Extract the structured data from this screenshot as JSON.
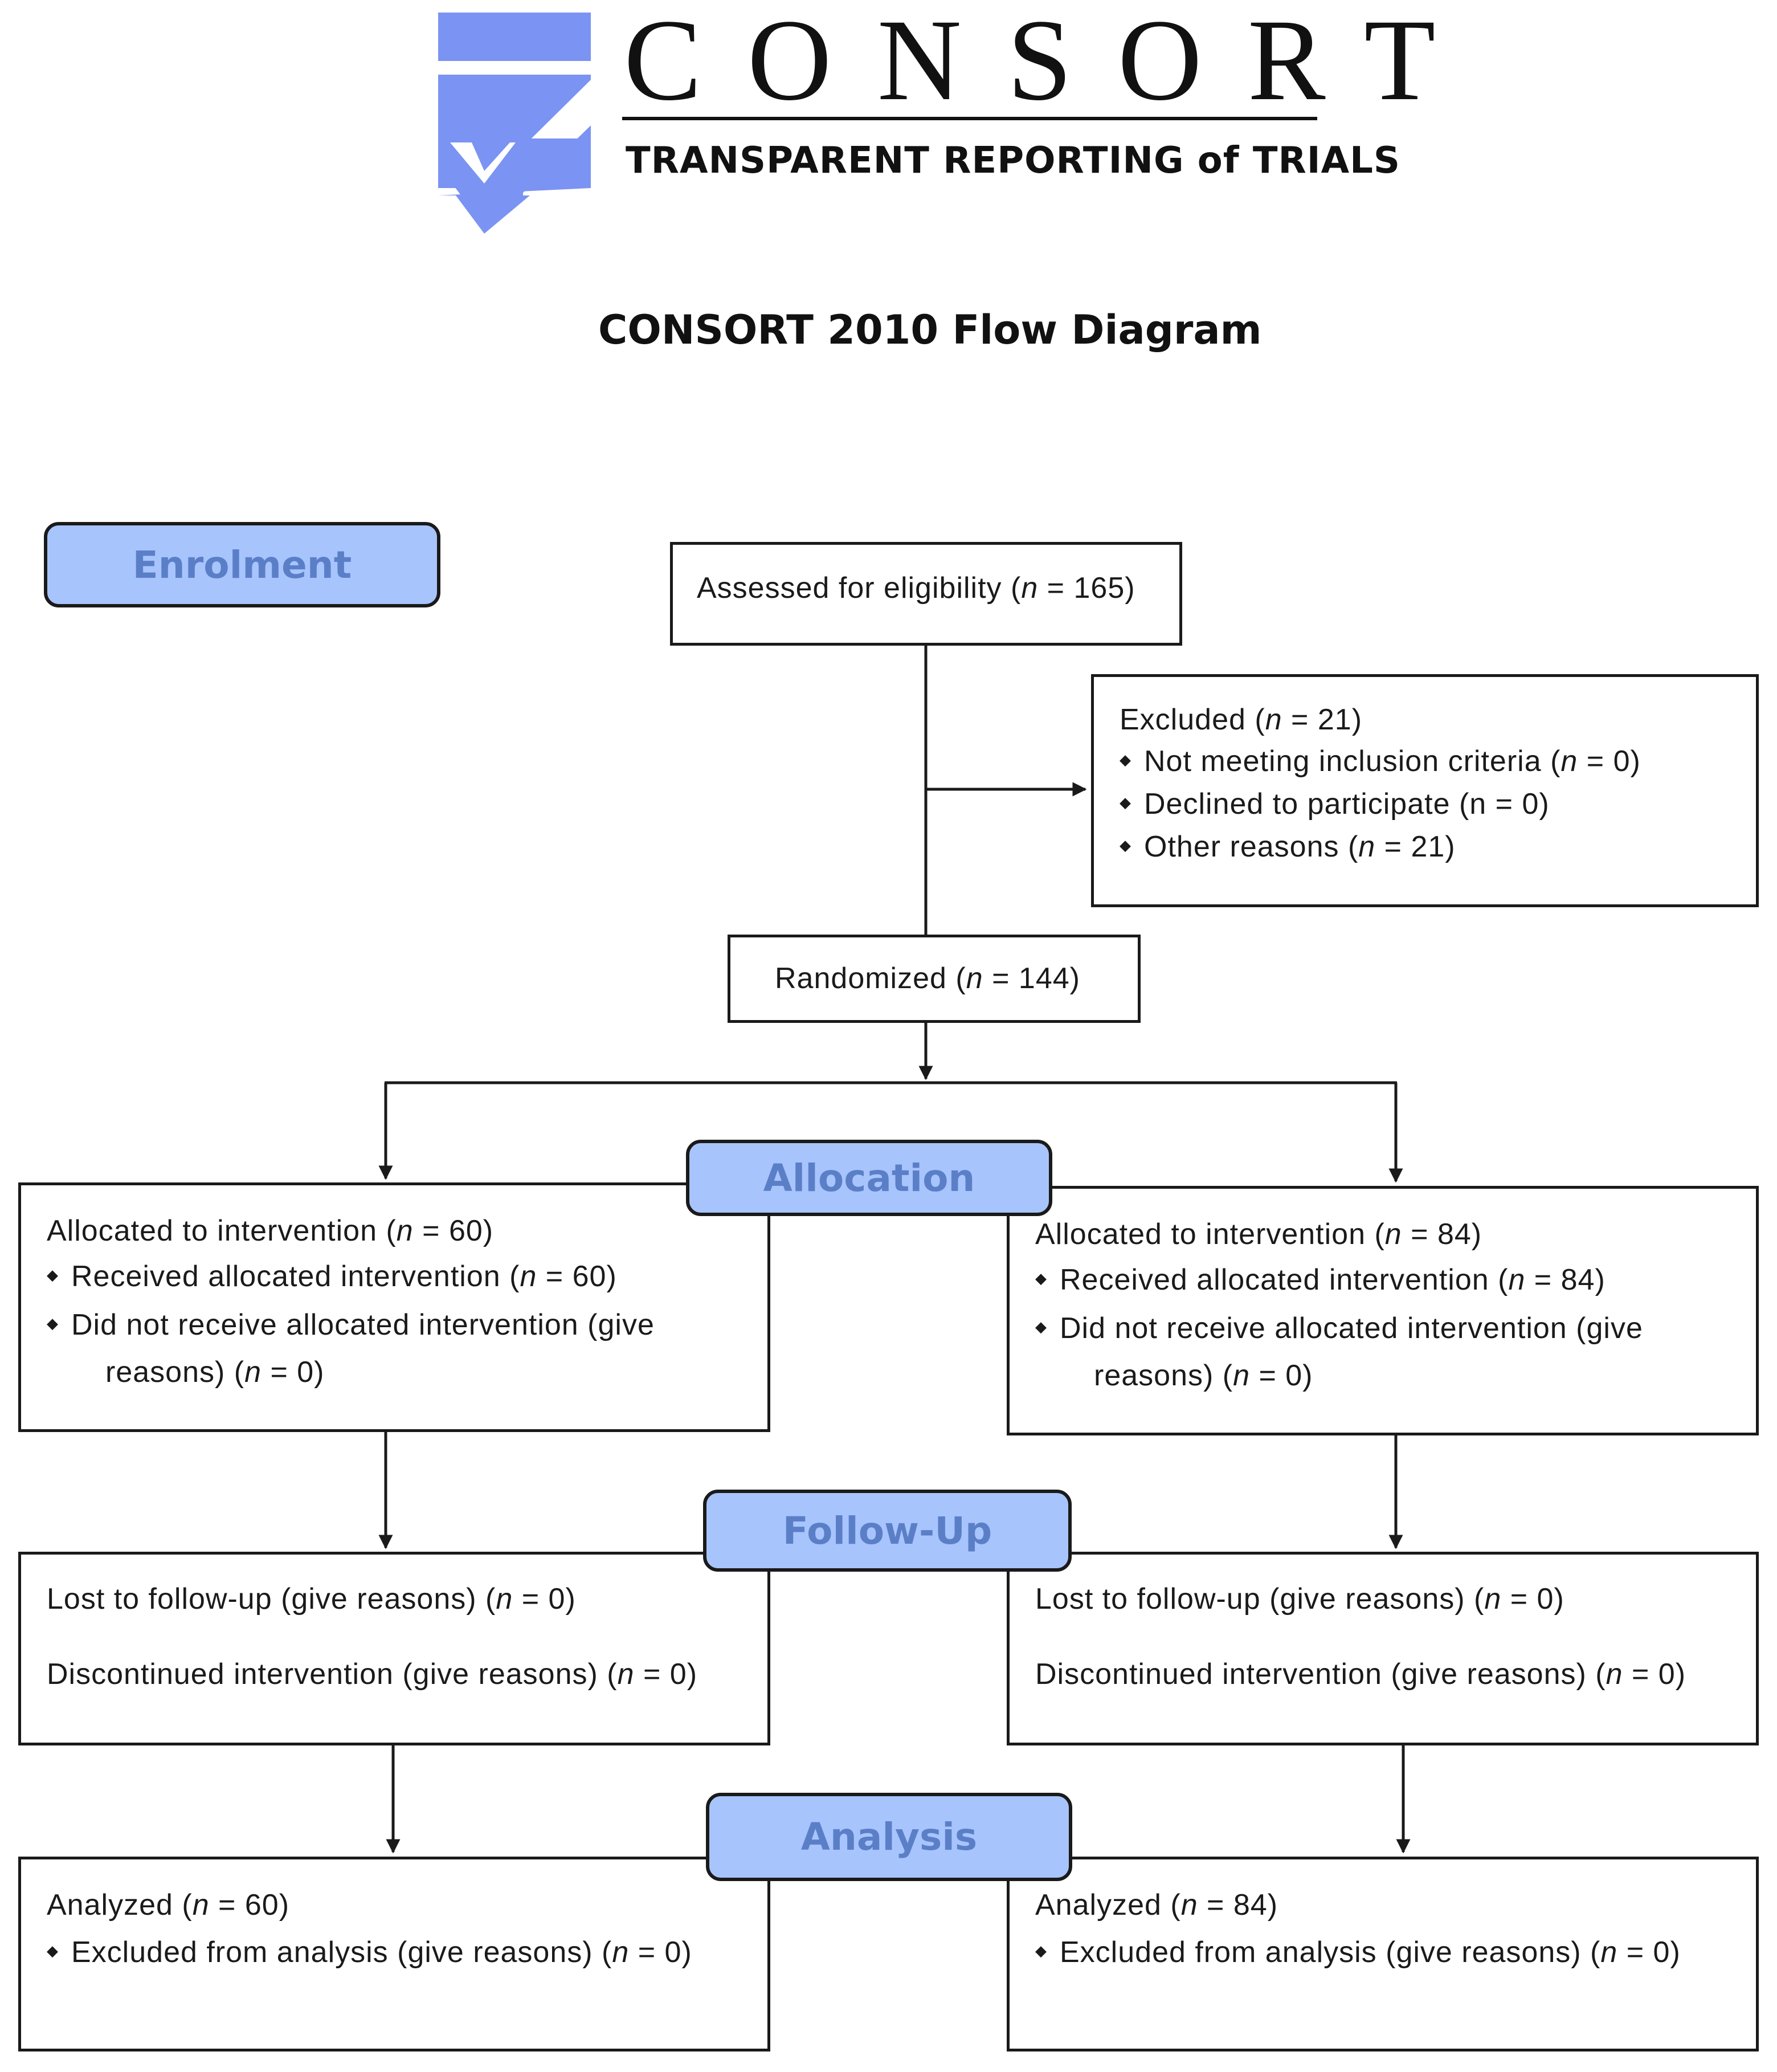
{
  "logo": {
    "word": "CONSORT",
    "tagline": "TRANSPARENT REPORTING of TRIALS",
    "emblem": "consort-checkmark-logo",
    "colors": {
      "blue": "#7b93f2"
    }
  },
  "title": "CONSORT 2010 Flow Diagram",
  "stages": {
    "enrolment": "Enrolment",
    "allocation": "Allocation",
    "follow_up": "Follow-Up",
    "analysis": "Analysis",
    "fill_color": "#a8c4fd",
    "text_color": "#5b7fc7"
  },
  "eligibility": {
    "pre": "Assessed for eligibility (",
    "n": "n",
    "post": " = 165)"
  },
  "excluded": {
    "head_pre": "Excluded  (",
    "head_n": "n",
    "head_post": " = 21)",
    "items": [
      {
        "pre": "Not meeting inclusion criteria (",
        "n": "n",
        "post": " = 0)"
      },
      {
        "pre": "Declined to participate (n = 0)",
        "n": "",
        "post": ""
      },
      {
        "pre": "Other reasons (",
        "n": "n",
        "post": " = 21)"
      }
    ]
  },
  "randomized": {
    "pre": "Randomized (",
    "n": "n",
    "post": " = 144)"
  },
  "allocation_left": {
    "head_pre": "Allocated to intervention (",
    "head_n": "n",
    "head_post": " = 60)",
    "received_pre": "Received allocated intervention (",
    "received_n": "n",
    "received_post": " = 60)",
    "not_received_line1": "Did not receive allocated intervention (give",
    "not_received_line2_pre": "reasons) (",
    "not_received_n": "n",
    "not_received_post": " = 0)"
  },
  "allocation_right": {
    "head_pre": "Allocated to intervention (",
    "head_n": "n",
    "head_post": " = 84)",
    "received_pre": "Received allocated intervention (",
    "received_n": "n",
    "received_post": " = 84)",
    "not_received_line1": "Did not receive allocated intervention (give",
    "not_received_line2_pre": "reasons) (",
    "not_received_n": "n",
    "not_received_post": " = 0)"
  },
  "followup_left": {
    "lost_pre": "Lost to follow-up (give reasons) (",
    "lost_n": "n",
    "lost_post": " = 0)",
    "disc_pre": "Discontinued intervention (give reasons) (",
    "disc_n": "n",
    "disc_post": " = 0)"
  },
  "followup_right": {
    "lost_pre": "Lost to follow-up (give reasons) (",
    "lost_n": "n",
    "lost_post": " = 0)",
    "disc_pre": "Discontinued intervention (give reasons) (",
    "disc_n": "n",
    "disc_post": " = 0)"
  },
  "analysis_left": {
    "head_pre": "Analyzed  (",
    "head_n": "n",
    "head_post": " = 60)",
    "excl_pre": "Excluded from analysis (give reasons) (",
    "excl_n": "n",
    "excl_post": " = 0)"
  },
  "analysis_right": {
    "head_pre": "Analyzed  (",
    "head_n": "n",
    "head_post": " = 84)",
    "excl_pre": "Excluded from analysis (give reasons) (",
    "excl_n": "n",
    "excl_post": " = 0)"
  }
}
